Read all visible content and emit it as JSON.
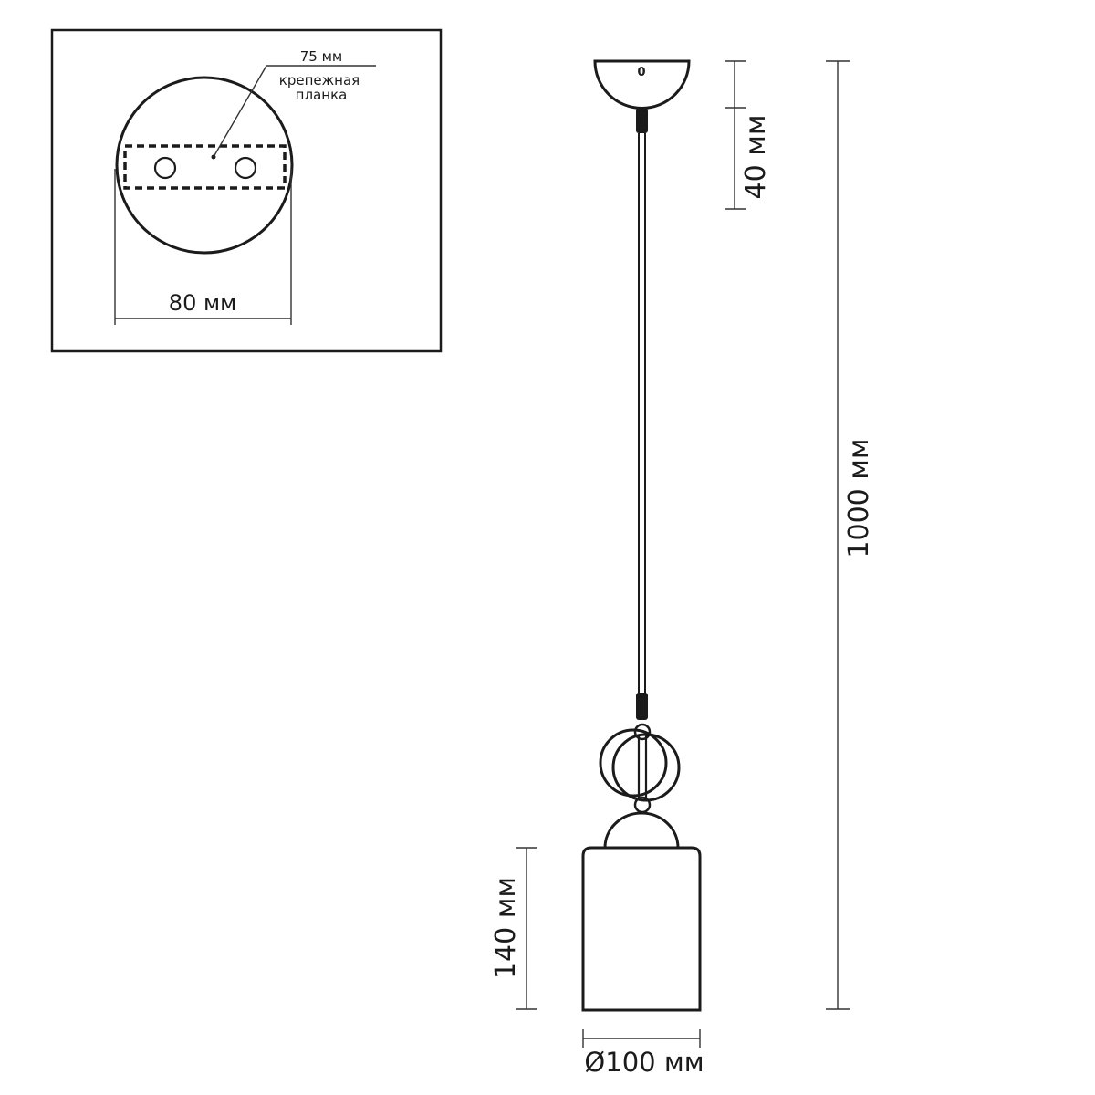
{
  "inset": {
    "label_slot": "75 мм",
    "label_plate_line1": "крепежная",
    "label_plate_line2": "планка",
    "label_width": "80 мм"
  },
  "dimensions": {
    "canopy_height": "40 мм",
    "total_height": "1000 мм",
    "shade_height": "140 мм",
    "shade_diameter": "Ø100 мм"
  },
  "canopy": {
    "mark": "0"
  },
  "colors": {
    "line": "#1b1b1b",
    "background": "#ffffff"
  }
}
